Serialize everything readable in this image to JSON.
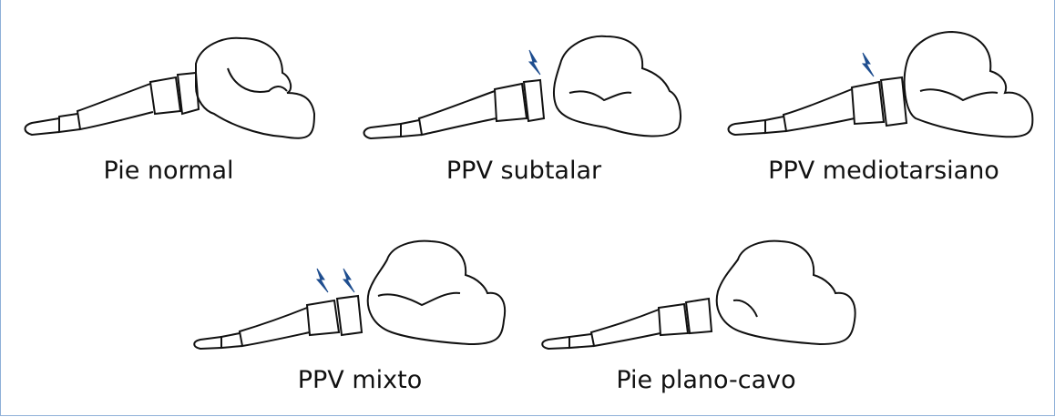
{
  "panels": [
    {
      "id": "normal",
      "label": "Pie normal",
      "lightning": 0
    },
    {
      "id": "subtalar",
      "label": "PPV subtalar",
      "lightning": 1
    },
    {
      "id": "mediotarsiano",
      "label": "PPV mediotarsiano",
      "lightning": 1
    },
    {
      "id": "mixto",
      "label": "PPV mixto",
      "lightning": 2
    },
    {
      "id": "plano-cavo",
      "label": "Pie plano-cavo",
      "lightning": 0
    }
  ],
  "colors": {
    "bone_stroke": "#111111",
    "lightning": "#1f4e8f"
  },
  "icons": {
    "lightning": "lightning-bolt-icon"
  }
}
